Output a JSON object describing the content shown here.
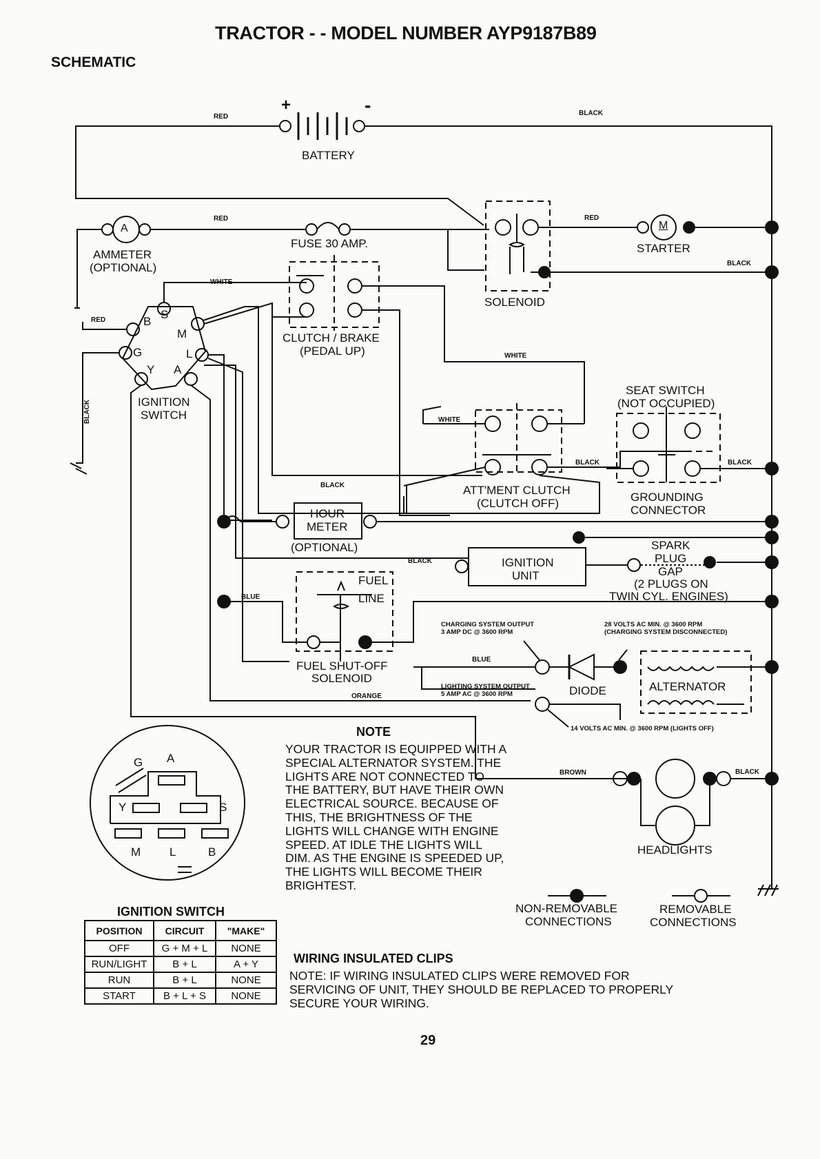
{
  "header": {
    "title": "TRACTOR - - MODEL NUMBER AYP9187B89",
    "section": "SCHEMATIC"
  },
  "components": {
    "battery": "BATTERY",
    "battery_plus": "+",
    "battery_minus": "-",
    "ammeter_symbol": "A",
    "ammeter": "AMMETER",
    "ammeter_optional": "(OPTIONAL)",
    "fuse": "FUSE 30 AMP.",
    "starter": "STARTER",
    "starter_symbol": "M",
    "solenoid": "SOLENOID",
    "clutch_brake_1": "CLUTCH / BRAKE",
    "clutch_brake_2": "(PEDAL UP)",
    "ignition_switch_1": "IGNITION",
    "ignition_switch_2": "SWITCH",
    "seat_switch_1": "SEAT SWITCH",
    "seat_switch_2": "(NOT OCCUPIED)",
    "attment_clutch_1": "ATT'MENT CLUTCH",
    "attment_clutch_2": "(CLUTCH OFF)",
    "grounding_1": "GROUNDING",
    "grounding_2": "CONNECTOR",
    "hour_meter_1": "HOUR",
    "hour_meter_2": "METER",
    "hour_meter_optional": "(OPTIONAL)",
    "ignition_unit_1": "IGNITION",
    "ignition_unit_2": "UNIT",
    "spark_1": "SPARK",
    "spark_2": "PLUG",
    "spark_3": "GAP",
    "spark_4": "(2 PLUGS ON",
    "spark_5": "TWIN CYL. ENGINES)",
    "fuel_line_1": "FUEL",
    "fuel_line_2": "LINE",
    "fuel_solenoid_1": "FUEL SHUT-OFF",
    "fuel_solenoid_2": "SOLENOID",
    "diode": "DIODE",
    "alternator": "ALTERNATOR",
    "headlights": "HEADLIGHTS",
    "switch_terminals": {
      "b": "B",
      "s": "S",
      "m": "M",
      "g": "G",
      "l": "L",
      "y": "Y",
      "a": "A"
    }
  },
  "wires": {
    "red_top": "RED",
    "black_top": "BLACK",
    "red_ammeter": "RED",
    "red_starter": "RED",
    "black_solenoid": "BLACK",
    "white_switch": "WHITE",
    "red_left": "RED",
    "white_seat": "WHITE",
    "white_attment": "WHITE",
    "black_attment": "BLACK",
    "black_seat": "BLACK",
    "black_left": "BLACK",
    "black_hour": "BLACK",
    "black_ignition": "BLACK",
    "blue_fuel": "BLUE",
    "blue_diode": "BLUE",
    "orange": "ORANGE",
    "brown": "BROWN",
    "black_headlight": "BLACK"
  },
  "annotations": {
    "charging_1": "CHARGING SYSTEM OUTPUT",
    "charging_2": "3 AMP DC @ 3600 RPM",
    "volts28_1": "28 VOLTS AC MIN. @ 3600 RPM",
    "volts28_2": "(CHARGING SYSTEM DISCONNECTED)",
    "lighting_1": "LIGHTING SYSTEM OUTPUT",
    "lighting_2": "5 AMP AC @ 3600 RPM",
    "volts14": "14 VOLTS AC MIN. @ 3600 RPM (LIGHTS OFF)"
  },
  "note": {
    "heading": "NOTE",
    "body": "YOUR TRACTOR IS EQUIPPED WITH A SPECIAL ALTERNATOR SYSTEM. THE LIGHTS ARE NOT CONNECTED TO THE BATTERY, BUT HAVE THEIR OWN ELECTRICAL SOURCE. BECAUSE OF THIS, THE BRIGHTNESS OF THE LIGHTS WILL CHANGE WITH ENGINE SPEED. AT IDLE THE LIGHTS WILL DIM. AS THE ENGINE IS SPEEDED UP, THE LIGHTS WILL BECOME THEIR BRIGHTEST."
  },
  "legend": {
    "non_removable_1": "NON-REMOVABLE",
    "non_removable_2": "CONNECTIONS",
    "removable_1": "REMOVABLE",
    "removable_2": "CONNECTIONS"
  },
  "clips": {
    "heading": "WIRING INSULATED CLIPS",
    "note": "NOTE: IF WIRING INSULATED CLIPS WERE REMOVED FOR SERVICING OF UNIT, THEY SHOULD BE REPLACED TO PROPERLY SECURE YOUR WIRING."
  },
  "switch_table": {
    "title": "IGNITION SWITCH",
    "headers": [
      "POSITION",
      "CIRCUIT",
      "\"MAKE\""
    ],
    "rows": [
      [
        "OFF",
        "G + M + L",
        "NONE"
      ],
      [
        "RUN/LIGHT",
        "B + L",
        "A + Y"
      ],
      [
        "RUN",
        "B + L",
        "NONE"
      ],
      [
        "START",
        "B + L + S",
        "NONE"
      ]
    ]
  },
  "switch_face": {
    "a": "A",
    "g": "G",
    "y": "Y",
    "s": "S",
    "m": "M",
    "l": "L",
    "b": "B"
  },
  "page_number": "29"
}
